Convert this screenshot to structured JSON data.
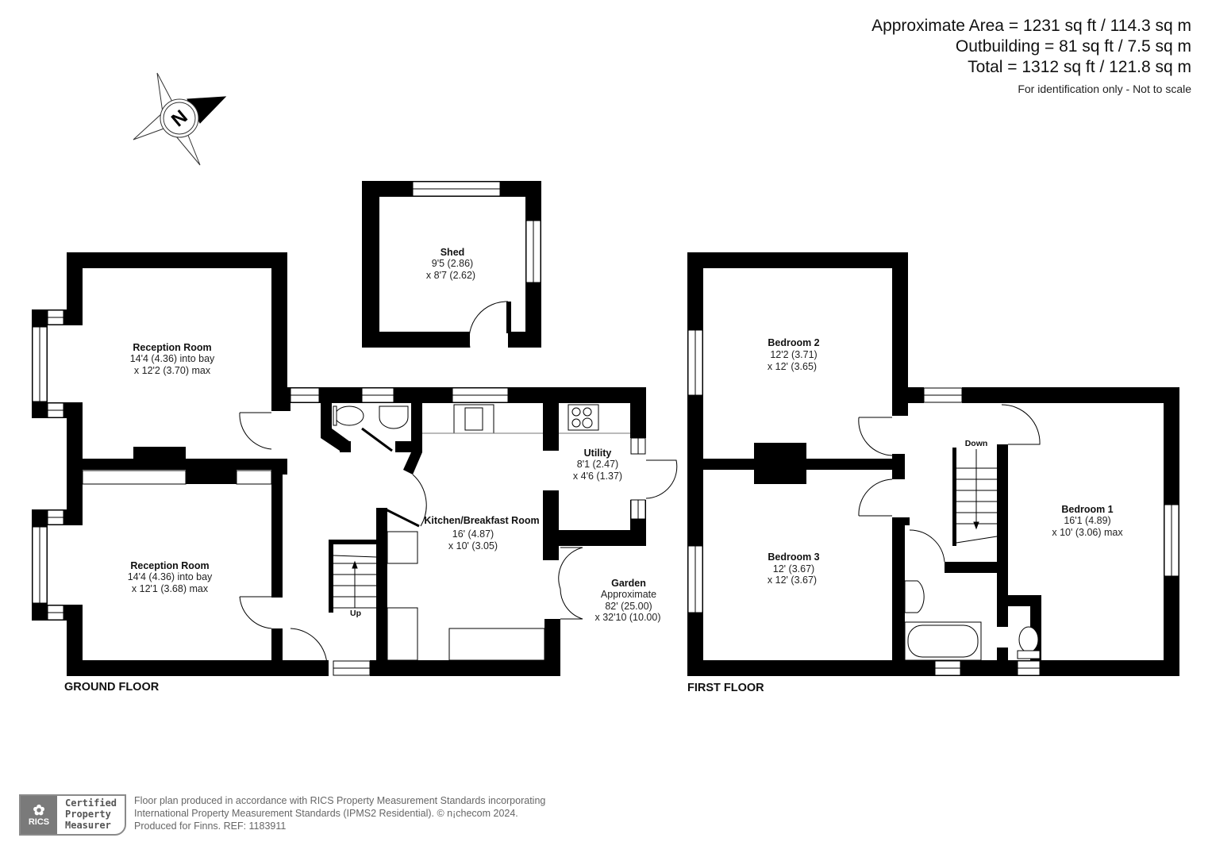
{
  "areas": {
    "approximate_area": "Approximate Area = 1231 sq ft / 114.3 sq m",
    "outbuilding": "Outbuilding = 81 sq ft / 7.5 sq m",
    "total": "Total = 1312 sq ft / 121.8 sq m",
    "note": "For identification only - Not to scale"
  },
  "compass": {
    "icon": "north-compass-icon",
    "letter": "N"
  },
  "floors": {
    "ground": {
      "label": "GROUND FLOOR",
      "rooms": [
        {
          "name": "Reception Room",
          "dim1": "14'4 (4.36) into bay",
          "dim2": "x 12'2 (3.70) max"
        },
        {
          "name": "Reception Room",
          "dim1": "14'4 (4.36) into bay",
          "dim2": "x 12'1 (3.68) max"
        },
        {
          "name": "Kitchen/Breakfast Room",
          "dim1": "16' (4.87)",
          "dim2": "x 10' (3.05)"
        },
        {
          "name": "Utility",
          "dim1": "8'1 (2.47)",
          "dim2": "x 4'6 (1.37)"
        },
        {
          "name": "Garden",
          "dim0": "Approximate",
          "dim1": "82' (25.00)",
          "dim2": "x 32'10 (10.00)"
        }
      ],
      "stairs_label": "Up"
    },
    "outbuilding": {
      "rooms": [
        {
          "name": "Shed",
          "dim1": "9'5 (2.86)",
          "dim2": "x 8'7 (2.62)"
        }
      ]
    },
    "first": {
      "label": "FIRST FLOOR",
      "rooms": [
        {
          "name": "Bedroom 2",
          "dim1": "12'2 (3.71)",
          "dim2": "x 12' (3.65)"
        },
        {
          "name": "Bedroom 3",
          "dim1": "12' (3.67)",
          "dim2": "x 12' (3.67)"
        },
        {
          "name": "Bedroom 1",
          "dim1": "16'1 (4.89)",
          "dim2": "x 10' (3.06) max"
        }
      ],
      "stairs_label": "Down"
    }
  },
  "footer": {
    "badge_org": "RICS",
    "badge_line1": "Certified",
    "badge_line2": "Property",
    "badge_line3": "Measurer",
    "line1": "Floor plan produced in accordance with RICS Property Measurement Standards incorporating",
    "line2": "International Property Measurement Standards (IPMS2 Residential).  © n¡checom 2024.",
    "line3": "Produced for Finns.   REF:  1183911"
  },
  "colors": {
    "wall": "#000000",
    "background": "#ffffff",
    "text": "#111111",
    "footer_grey": "#7a7a7a"
  }
}
